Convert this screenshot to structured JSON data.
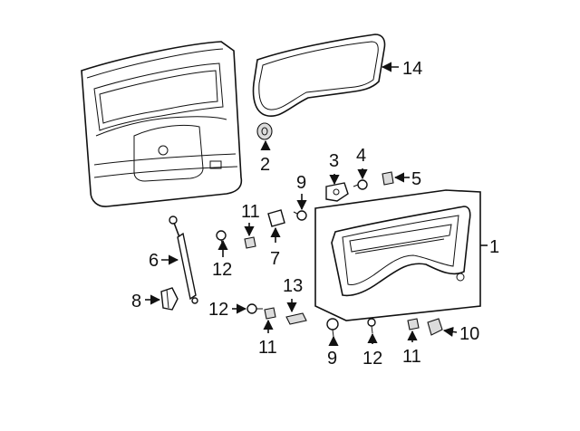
{
  "callouts": [
    {
      "id": "c14",
      "text": "14"
    },
    {
      "id": "c2",
      "text": "2"
    },
    {
      "id": "c3",
      "text": "3"
    },
    {
      "id": "c4",
      "text": "4"
    },
    {
      "id": "c5",
      "text": "5"
    },
    {
      "id": "c9a",
      "text": "9"
    },
    {
      "id": "c11a",
      "text": "11"
    },
    {
      "id": "c7",
      "text": "7"
    },
    {
      "id": "c6",
      "text": "6"
    },
    {
      "id": "c12a",
      "text": "12"
    },
    {
      "id": "c1",
      "text": "1"
    },
    {
      "id": "c8",
      "text": "8"
    },
    {
      "id": "c13",
      "text": "13"
    },
    {
      "id": "c12b",
      "text": "12"
    },
    {
      "id": "c11b",
      "text": "11"
    },
    {
      "id": "c9b",
      "text": "9"
    },
    {
      "id": "c12c",
      "text": "12"
    },
    {
      "id": "c11c",
      "text": "11"
    },
    {
      "id": "c10",
      "text": "10"
    }
  ]
}
